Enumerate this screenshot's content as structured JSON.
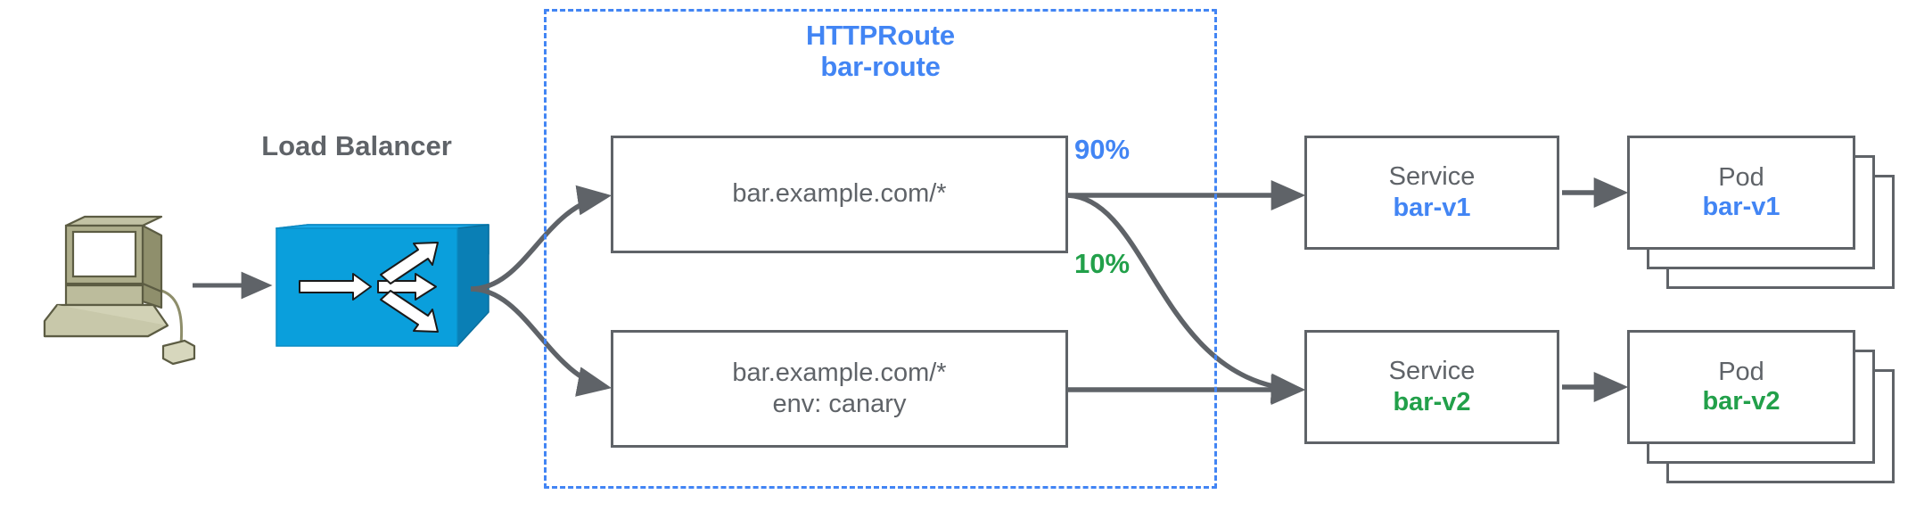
{
  "diagram": {
    "title": "HTTPRoute traffic splitting canary diagram",
    "colors": {
      "blue": "#4285f4",
      "green": "#22a04a",
      "gray": "#5f6368",
      "lb_blue": "#0b9dd9",
      "client_olive": "#a8a881"
    }
  },
  "client": {
    "icon": "workstation-icon",
    "label": ""
  },
  "load_balancer": {
    "label": "Load Balancer",
    "icon": "load-balancer-switch-icon"
  },
  "httproute": {
    "kind": "HTTPRoute",
    "name": "bar-route"
  },
  "matches": [
    {
      "id": "match-1",
      "lines": [
        "bar.example.com/*"
      ]
    },
    {
      "id": "match-2",
      "lines": [
        "bar.example.com/*",
        "env: canary"
      ]
    }
  ],
  "weights": [
    {
      "id": "weight-90",
      "value": "90%",
      "color": "#4285f4"
    },
    {
      "id": "weight-10",
      "value": "10%",
      "color": "#22a04a"
    }
  ],
  "services": [
    {
      "kind": "Service",
      "name": "bar-v1",
      "color": "#4285f4"
    },
    {
      "kind": "Service",
      "name": "bar-v2",
      "color": "#22a04a"
    }
  ],
  "pods": [
    {
      "kind": "Pod",
      "name": "bar-v1",
      "color": "#4285f4",
      "replicas": 3
    },
    {
      "kind": "Pod",
      "name": "bar-v2",
      "color": "#22a04a",
      "replicas": 3
    }
  ]
}
